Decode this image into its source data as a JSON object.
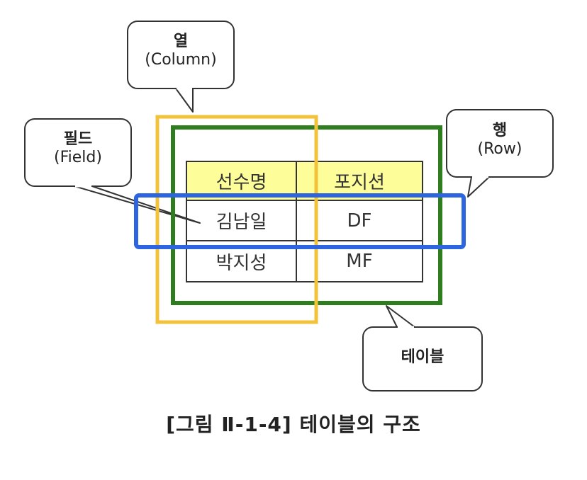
{
  "callouts": {
    "column": {
      "line1": "열",
      "line2": "(Column)"
    },
    "field": {
      "line1": "필드",
      "line2": "(Field)"
    },
    "row": {
      "line1": "행",
      "line2": "(Row)"
    },
    "table": {
      "line1": "테이블"
    }
  },
  "table": {
    "headers": [
      "선수명",
      "포지션"
    ],
    "rows": [
      [
        "김남일",
        "DF"
      ],
      [
        "박지성",
        "MF"
      ]
    ]
  },
  "caption": "[그림 Ⅱ-1-4] 테이블의 구조",
  "colors": {
    "column_box": "#f2c23a",
    "table_box": "#2e7d1e",
    "row_box": "#2d64e0",
    "header_fill": "#fdfd9a"
  }
}
